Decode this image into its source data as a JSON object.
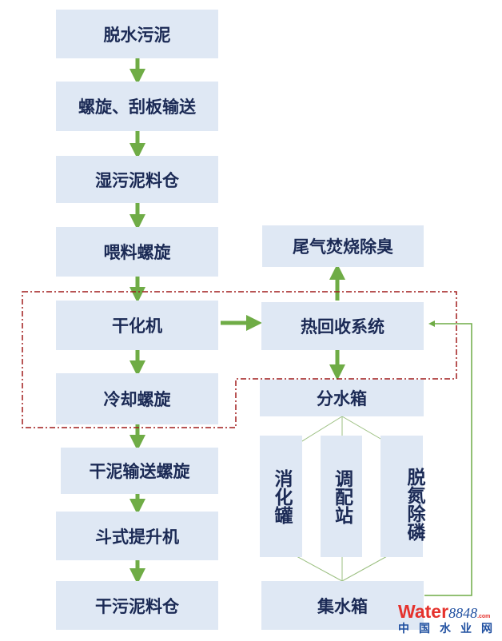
{
  "left_column": [
    "脱水污泥",
    "螺旋、刮板输送",
    "湿污泥料仓",
    "喂料螺旋",
    "干化机",
    "冷却螺旋",
    "干泥输送螺旋",
    "斗式提升机",
    "干污泥料仓"
  ],
  "right_column": {
    "exhaust": "尾气焚烧除臭",
    "heat_recovery": "热回收系统",
    "water_split": "分水箱",
    "vertical": [
      "消化罐",
      "调配站",
      "脱氮除磷"
    ],
    "water_collect": "集水箱"
  },
  "colors": {
    "box": "#dfe8f4",
    "text": "#1b2a55",
    "arrow": "#6fac46",
    "dashed": "#a01c1c"
  },
  "watermark": {
    "brand": "Water",
    "num": "8848",
    "tld": ".com",
    "cn": "中国水业网"
  }
}
